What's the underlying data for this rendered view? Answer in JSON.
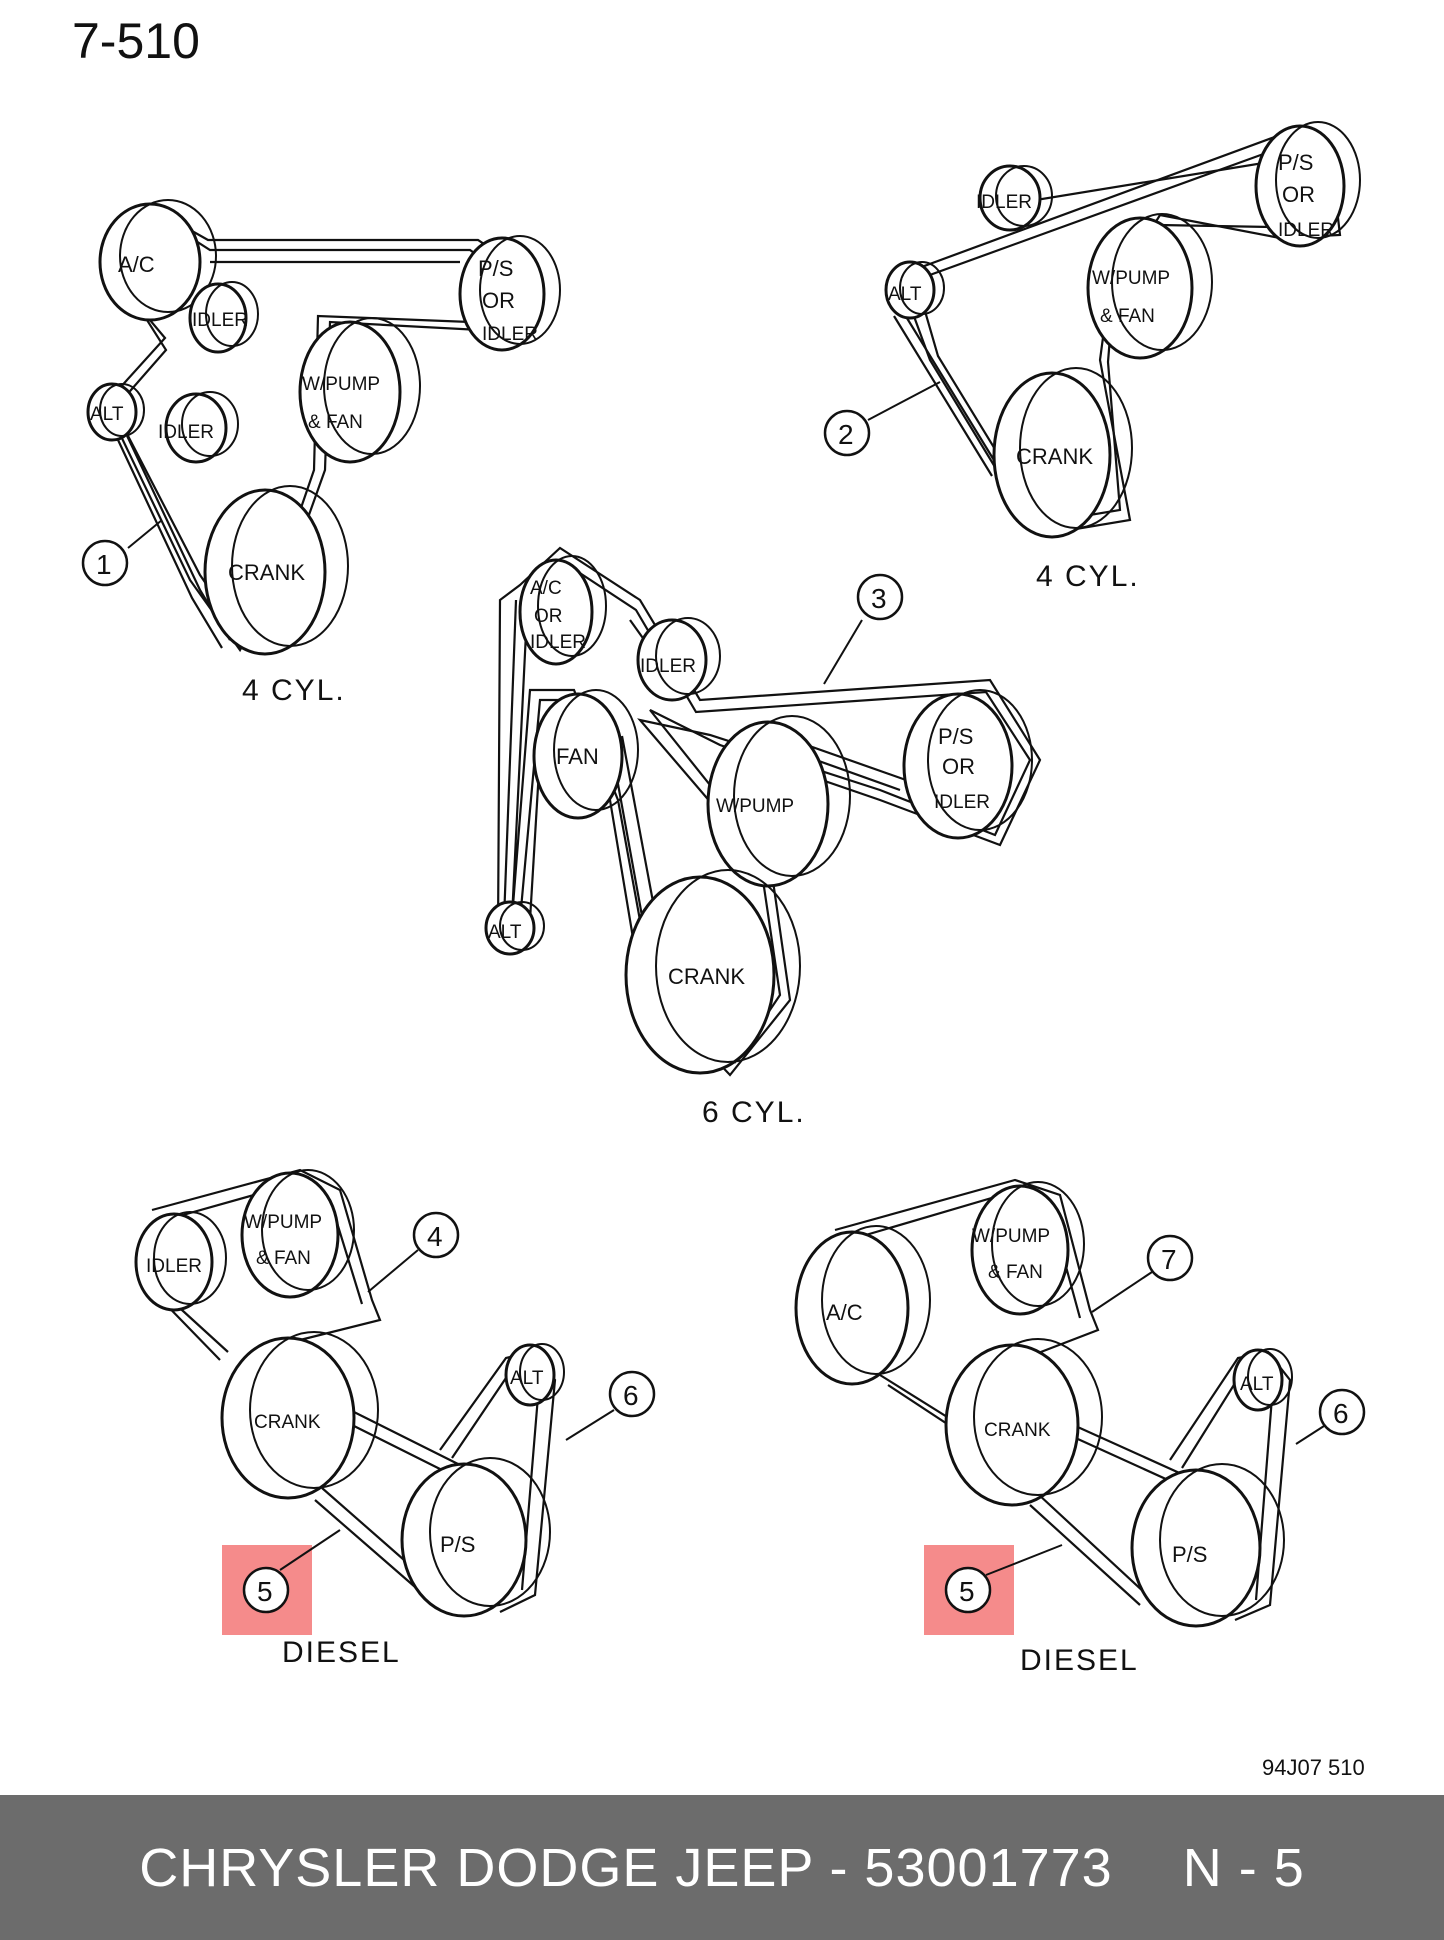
{
  "page_number": "7-510",
  "figure_code": "94J07 510",
  "highlight_color": "#f58b8b",
  "diagrams": [
    {
      "caption": "4 CYL.",
      "callouts": [
        "1"
      ],
      "labels": {
        "ac": "A/C",
        "idler_top": "IDLER",
        "ps1": "P/S",
        "ps2": "OR",
        "ps3": "IDLER",
        "alt": "ALT",
        "idler_low": "IDLER",
        "wp1": "W/PUMP",
        "wp2": "& FAN",
        "crank": "CRANK"
      }
    },
    {
      "caption": "4 CYL.",
      "callouts": [
        "2"
      ],
      "labels": {
        "idler": "IDLER",
        "ps1": "P/S",
        "ps2": "OR",
        "ps3": "IDLER",
        "alt": "ALT",
        "wp1": "W/PUMP",
        "wp2": "& FAN",
        "crank": "CRANK"
      }
    },
    {
      "caption": "6 CYL.",
      "callouts": [
        "3"
      ],
      "labels": {
        "ac1": "A/C",
        "ac2": "OR",
        "ac3": "IDLER",
        "idler": "IDLER",
        "fan": "FAN",
        "wp": "W/PUMP",
        "ps1": "P/S",
        "ps2": "OR",
        "ps3": "IDLER",
        "alt": "ALT",
        "crank": "CRANK"
      }
    },
    {
      "caption": "DIESEL",
      "callouts": [
        "4",
        "6",
        "5"
      ],
      "labels": {
        "idler": "IDLER",
        "wp1": "W/PUMP",
        "wp2": "& FAN",
        "crank": "CRANK",
        "alt": "ALT",
        "ps": "P/S"
      }
    },
    {
      "caption": "DIESEL",
      "callouts": [
        "7",
        "6",
        "5"
      ],
      "labels": {
        "ac": "A/C",
        "wp1": "W/PUMP",
        "wp2": "& FAN",
        "crank": "CRANK",
        "alt": "ALT",
        "ps": "P/S"
      }
    }
  ],
  "footer": {
    "brand_part": "CHRYSLER DODGE JEEP - 53001773",
    "ref": "N - 5"
  }
}
